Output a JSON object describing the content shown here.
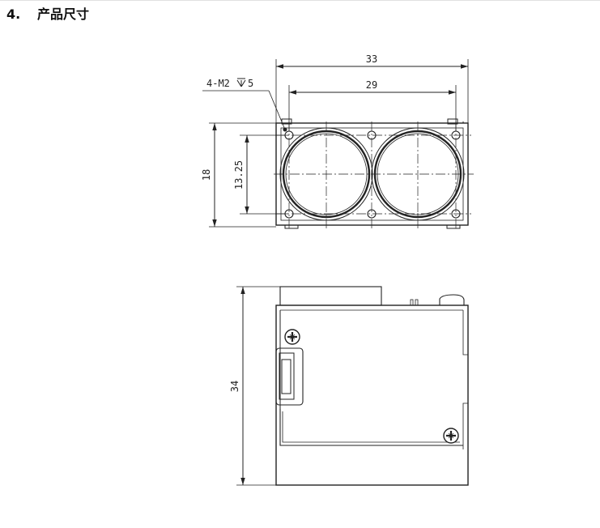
{
  "section": {
    "number": "4.",
    "title": "产品尺寸"
  },
  "top_view": {
    "dim_overall_width": "33",
    "dim_hole_spacing": "29",
    "dim_overall_height": "18",
    "dim_hole_vertical": "13.25",
    "hole_callout": "4-M2",
    "hole_depth": "5"
  },
  "side_view": {
    "dim_height": "34"
  }
}
